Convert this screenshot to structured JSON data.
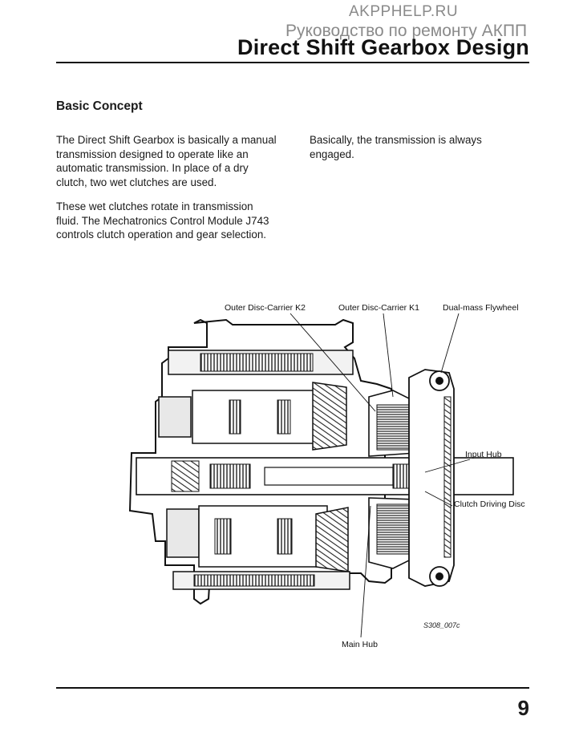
{
  "header": {
    "watermark_line1": "AKPPHELP.RU",
    "watermark_line2": "Руководство по ремонту АКПП",
    "title": "Direct Shift Gearbox Design"
  },
  "section": {
    "heading": "Basic Concept",
    "left_paragraphs": [
      "The Direct Shift Gearbox is basically a manual transmission designed to operate like an automatic transmission.  In place of a dry clutch, two wet clutches are used.",
      "These wet clutches rotate in transmission fluid.  The Mechatronics Control Module J743 controls clutch operation and gear selection."
    ],
    "right_paragraphs": [
      "Basically, the transmission is always engaged."
    ]
  },
  "figure": {
    "labels": {
      "outer_k2": "Outer Disc-Carrier K2",
      "outer_k1": "Outer Disc-Carrier K1",
      "flywheel": "Dual-mass Flywheel",
      "input_hub": "Input Hub",
      "clutch_driving_disc": "Clutch Driving Disc",
      "main_hub": "Main Hub"
    },
    "code": "S308_007c"
  },
  "footer": {
    "page_number": "9"
  }
}
